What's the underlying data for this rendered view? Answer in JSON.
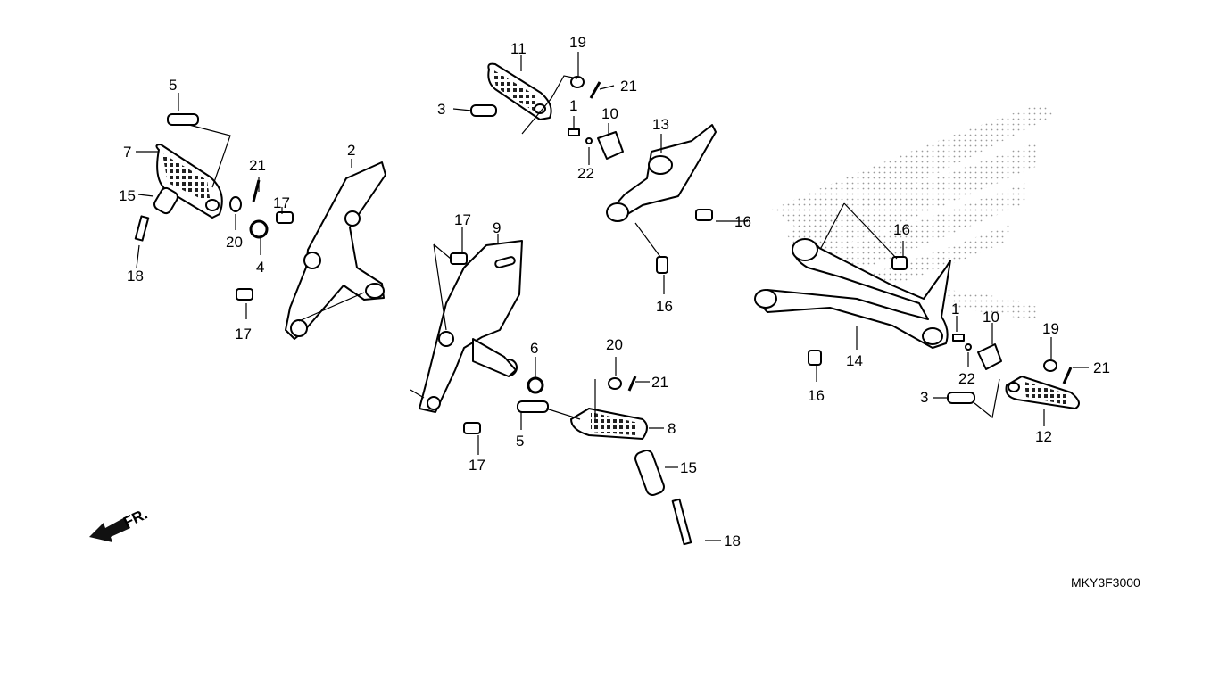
{
  "diagram": {
    "drawing_code": "MKY3F3000",
    "front_indicator": "FR.",
    "callouts": [
      {
        "id": "c1a",
        "text": "1"
      },
      {
        "id": "c1b",
        "text": "1"
      },
      {
        "id": "c2",
        "text": "2"
      },
      {
        "id": "c3a",
        "text": "3"
      },
      {
        "id": "c3b",
        "text": "3"
      },
      {
        "id": "c4",
        "text": "4"
      },
      {
        "id": "c5a",
        "text": "5"
      },
      {
        "id": "c5b",
        "text": "5"
      },
      {
        "id": "c6",
        "text": "6"
      },
      {
        "id": "c7",
        "text": "7"
      },
      {
        "id": "c8",
        "text": "8"
      },
      {
        "id": "c9",
        "text": "9"
      },
      {
        "id": "c10a",
        "text": "10"
      },
      {
        "id": "c10b",
        "text": "10"
      },
      {
        "id": "c11",
        "text": "11"
      },
      {
        "id": "c12",
        "text": "12"
      },
      {
        "id": "c13",
        "text": "13"
      },
      {
        "id": "c14",
        "text": "14"
      },
      {
        "id": "c15a",
        "text": "15"
      },
      {
        "id": "c15b",
        "text": "15"
      },
      {
        "id": "c16a",
        "text": "16"
      },
      {
        "id": "c16b",
        "text": "16"
      },
      {
        "id": "c16c",
        "text": "16"
      },
      {
        "id": "c16d",
        "text": "16"
      },
      {
        "id": "c17a",
        "text": "17"
      },
      {
        "id": "c17b",
        "text": "17"
      },
      {
        "id": "c17c",
        "text": "17"
      },
      {
        "id": "c17d",
        "text": "17"
      },
      {
        "id": "c18a",
        "text": "18"
      },
      {
        "id": "c18b",
        "text": "18"
      },
      {
        "id": "c19a",
        "text": "19"
      },
      {
        "id": "c19b",
        "text": "19"
      },
      {
        "id": "c20a",
        "text": "20"
      },
      {
        "id": "c20b",
        "text": "20"
      },
      {
        "id": "c21a",
        "text": "21"
      },
      {
        "id": "c21b",
        "text": "21"
      },
      {
        "id": "c21c",
        "text": "21"
      },
      {
        "id": "c21d",
        "text": "21"
      },
      {
        "id": "c22a",
        "text": "22"
      },
      {
        "id": "c22b",
        "text": "22"
      }
    ]
  }
}
